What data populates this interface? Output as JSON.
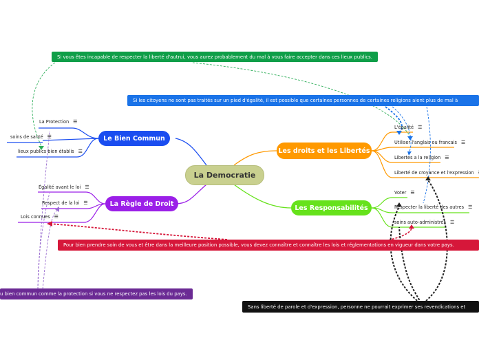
{
  "central": "La Democratie",
  "branches": {
    "bien_commun": {
      "label": "Le Bien Commun",
      "color": "#1a4df0",
      "leaves": [
        "La Protection",
        "soins de santé",
        "lieux publics bien établis"
      ]
    },
    "regle_droit": {
      "label": "La Règle de Droit",
      "color": "#9b1fe8",
      "leaves": [
        "Égalité avant le loi",
        "Respect de la loi",
        "Lois connues"
      ]
    },
    "droits": {
      "label": "Les droits et les Libertés",
      "color": "#ff9900",
      "leaves": [
        "L'égalité",
        "Utiliser l'anglais ou francais",
        "Libertes a la religion",
        "Liberté de croyance et l'expression"
      ]
    },
    "responsabilites": {
      "label": "Les Responsabilités",
      "color": "#66e21b",
      "leaves": [
        "Voter",
        "Respecter la liberté des autres",
        "soins auto-administrés"
      ]
    }
  },
  "menu_glyph": "☰",
  "notes": {
    "green": {
      "text": "Si vous êtes incapable de respecter la liberté d'autrui, vous aurez probablement du mal à vous faire accepter dans ces lieux publics.",
      "color": "#0f9e48"
    },
    "blue": {
      "text": "Si les citoyens ne sont pas traités sur un pied d'égalité, il est possible que certaines personnes de certaines religions aient plus de mal à",
      "color": "#1a73e8"
    },
    "red": {
      "text": "Pour bien prendre soin de vous et être dans la meilleure position possible, vous devez connaître et connaître les lois et réglementations en vigueur dans votre pays.",
      "color": "#d6173a"
    },
    "purple": {
      "text": "u bien commun comme la protection si vous ne respectez pas les lois du pays.",
      "color": "#6b2a94"
    },
    "black": {
      "text": "Sans liberté de parole et d'expression, personne ne pourrait exprimer ses revendications et",
      "color": "#111111"
    }
  }
}
